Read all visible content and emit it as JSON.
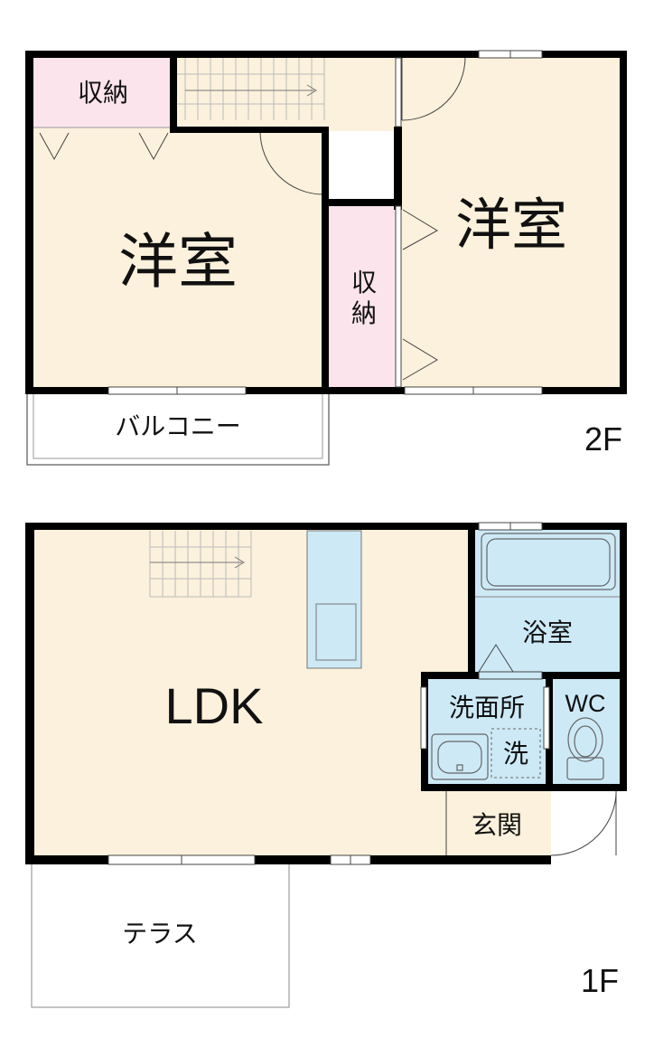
{
  "floors": {
    "upper": {
      "label": "2F",
      "rooms": {
        "western_left": "洋室",
        "western_right": "洋室",
        "storage_top": "収納",
        "storage_mid_1": "収",
        "storage_mid_2": "納",
        "balcony": "バルコニー"
      }
    },
    "lower": {
      "label": "1F",
      "rooms": {
        "ldk": "LDK",
        "bath": "浴室",
        "washroom": "洗面所",
        "washer": "洗",
        "wc": "WC",
        "entrance": "玄関",
        "terrace": "テラス"
      }
    }
  },
  "colors": {
    "floor": "#fbf1dc",
    "storage": "#fbe4ec",
    "wet_area": "#cde9f6",
    "wall": "#000000",
    "thin_line": "#555555"
  }
}
